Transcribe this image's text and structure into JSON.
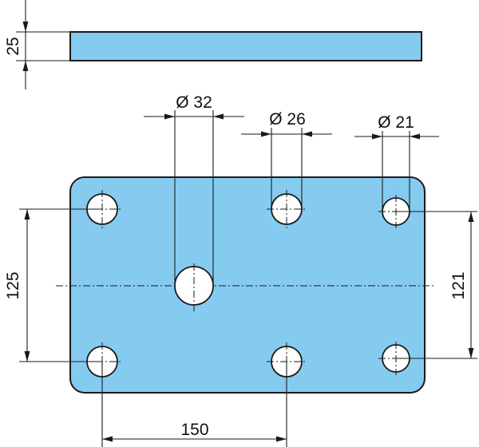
{
  "drawing": {
    "part_color": "#85cbf0",
    "line_color": "#1a1a1a",
    "dimensions": {
      "thickness": "25",
      "large_hole_diameter": "Ø 32",
      "medium_hole_diameter": "Ø 26",
      "small_hole_diameter": "Ø 21",
      "left_vertical_spacing": "125",
      "right_vertical_spacing": "121",
      "horizontal_spacing": "150"
    }
  }
}
